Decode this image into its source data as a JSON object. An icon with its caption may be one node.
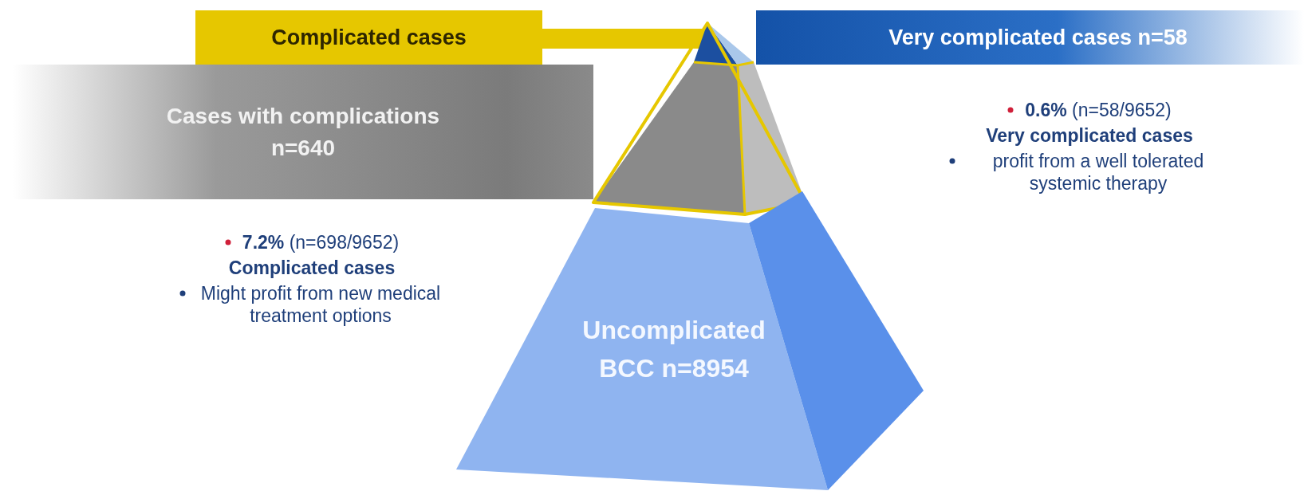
{
  "diagram": {
    "nodes": [
      {
        "text": [
          "Complicated cases"
        ]
      },
      {
        "text": [
          "Very complicated cases n=58"
        ]
      },
      {
        "text": [
          "Cases with complications n=640"
        ]
      },
      {
        "text": [
          "Uncomplicated BCC n=8954"
        ]
      }
    ],
    "labels": [
      "**0.6%** (n=58/9652)",
      "Very complicated cases",
      "profit from a well tolerated systemic therapy",
      "**7.2%** (n=698/9652)",
      "Complicated cases",
      "Might profit from new medical treatment options"
    ]
  }
}
